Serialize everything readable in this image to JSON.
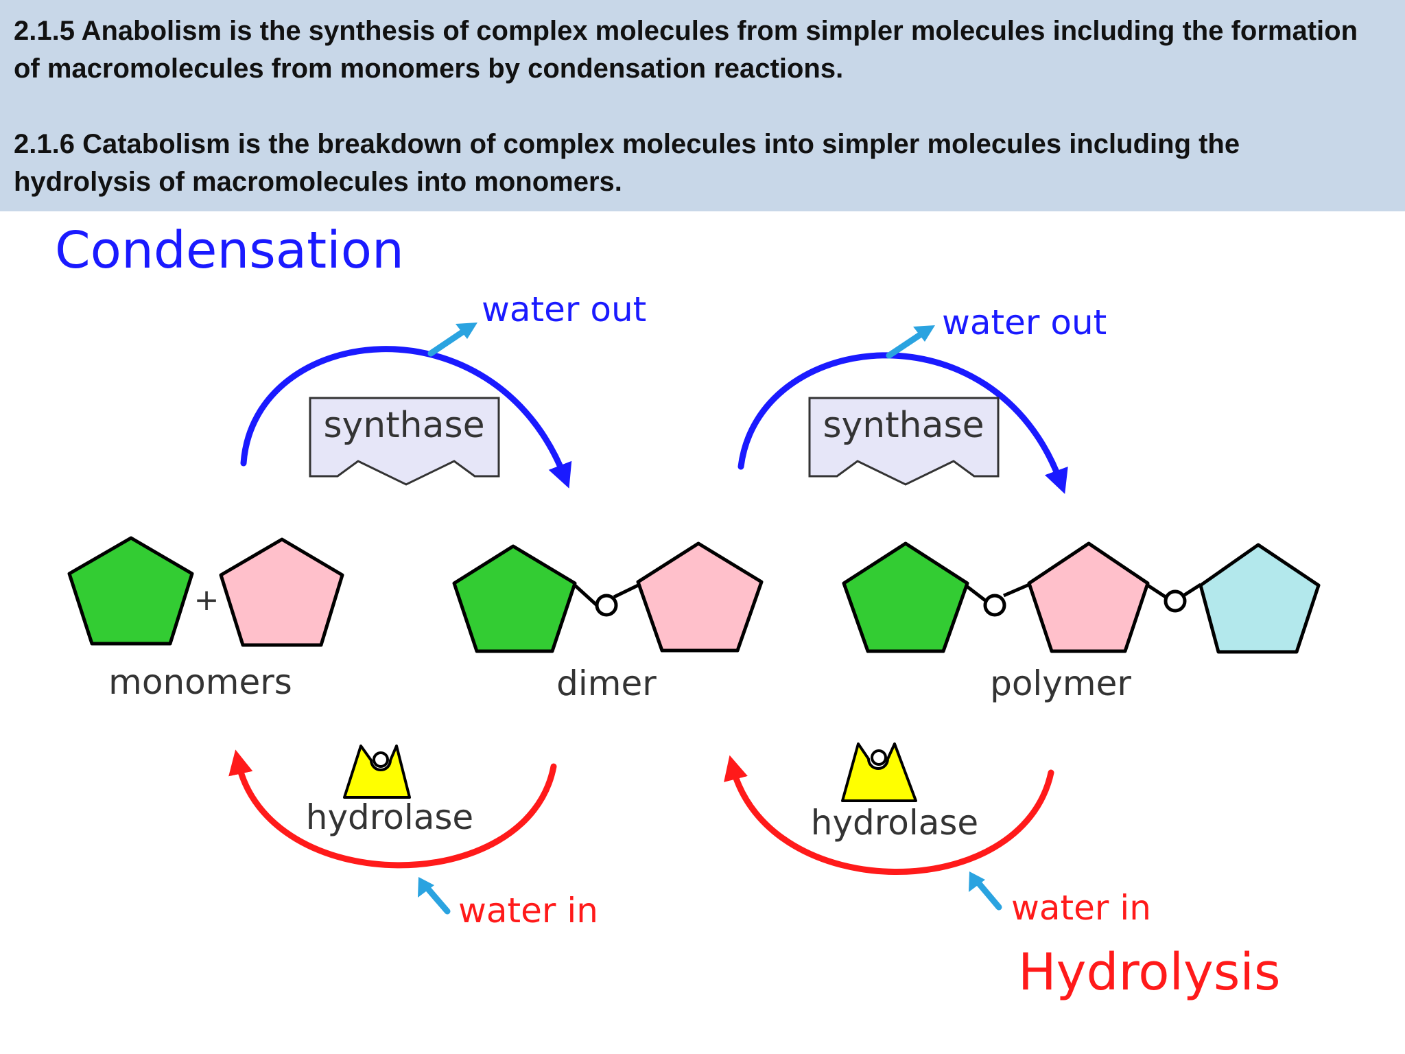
{
  "header": {
    "para1": "2.1.5 Anabolism is the synthesis of complex molecules from simpler molecules including the formation of macromolecules from monomers by condensation reactions.",
    "para2": "2.1.6 Catabolism is the breakdown of complex molecules into simpler molecules including the hydrolysis of macromolecules into monomers."
  },
  "diagram": {
    "condensation_title": "Condensation",
    "hydrolysis_title": "Hydrolysis",
    "water_out": "water out",
    "water_in": "water in",
    "synthase": "synthase",
    "hydrolase": "hydrolase",
    "plus": "+",
    "labels": {
      "monomers": "monomers",
      "dimer": "dimer",
      "polymer": "polymer"
    },
    "colors": {
      "condensation": "#1a1aff",
      "hydrolysis": "#ff1a1a",
      "water_arrow": "#2aa3e0",
      "green_monomer": "#33cc33",
      "pink_monomer": "#ffc0cb",
      "cyan_monomer": "#b3e8ec",
      "enzyme_synthase": "#e6e6f8",
      "enzyme_hydrolase": "#ffff00"
    }
  }
}
